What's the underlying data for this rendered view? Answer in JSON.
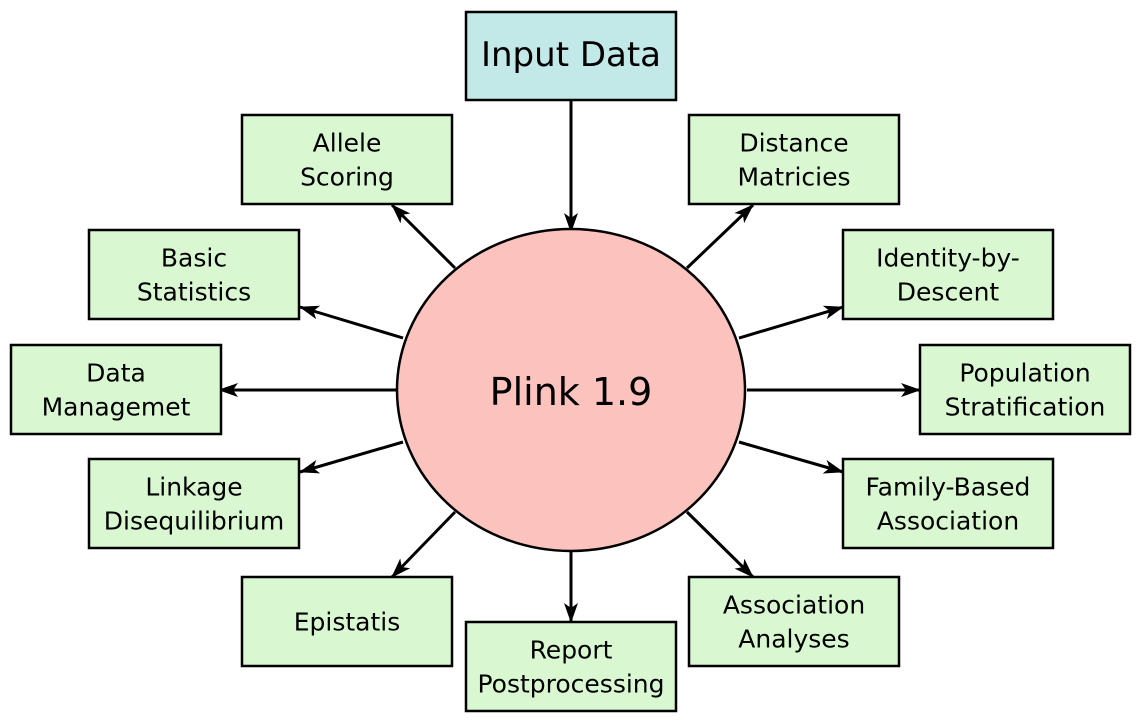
{
  "colors": {
    "input_fill": "#c2e8e8",
    "module_fill": "#d9f8d2",
    "center_fill": "#fcc2be",
    "stroke": "#000000"
  },
  "center": {
    "label": "Plink 1.9"
  },
  "input": {
    "label": "Input Data"
  },
  "modules": [
    {
      "key": "allele-scoring",
      "lines": [
        "Allele",
        "Scoring"
      ]
    },
    {
      "key": "distance-matricies",
      "lines": [
        "Distance",
        "Matricies"
      ]
    },
    {
      "key": "basic-statistics",
      "lines": [
        "Basic",
        "Statistics"
      ]
    },
    {
      "key": "identity-by-descent",
      "lines": [
        "Identity-by-",
        "Descent"
      ]
    },
    {
      "key": "data-management",
      "lines": [
        "Data",
        "Managemet"
      ]
    },
    {
      "key": "population-stratification",
      "lines": [
        "Population",
        "Stratification"
      ]
    },
    {
      "key": "linkage-disequilibrium",
      "lines": [
        "Linkage",
        "Disequilibrium"
      ]
    },
    {
      "key": "family-based-association",
      "lines": [
        "Family-Based",
        "Association"
      ]
    },
    {
      "key": "epistatis",
      "lines": [
        "Epistatis"
      ]
    },
    {
      "key": "association-analyses",
      "lines": [
        "Association",
        "Analyses"
      ]
    },
    {
      "key": "report-postprocessing",
      "lines": [
        "Report",
        "Postprocessing"
      ]
    }
  ]
}
